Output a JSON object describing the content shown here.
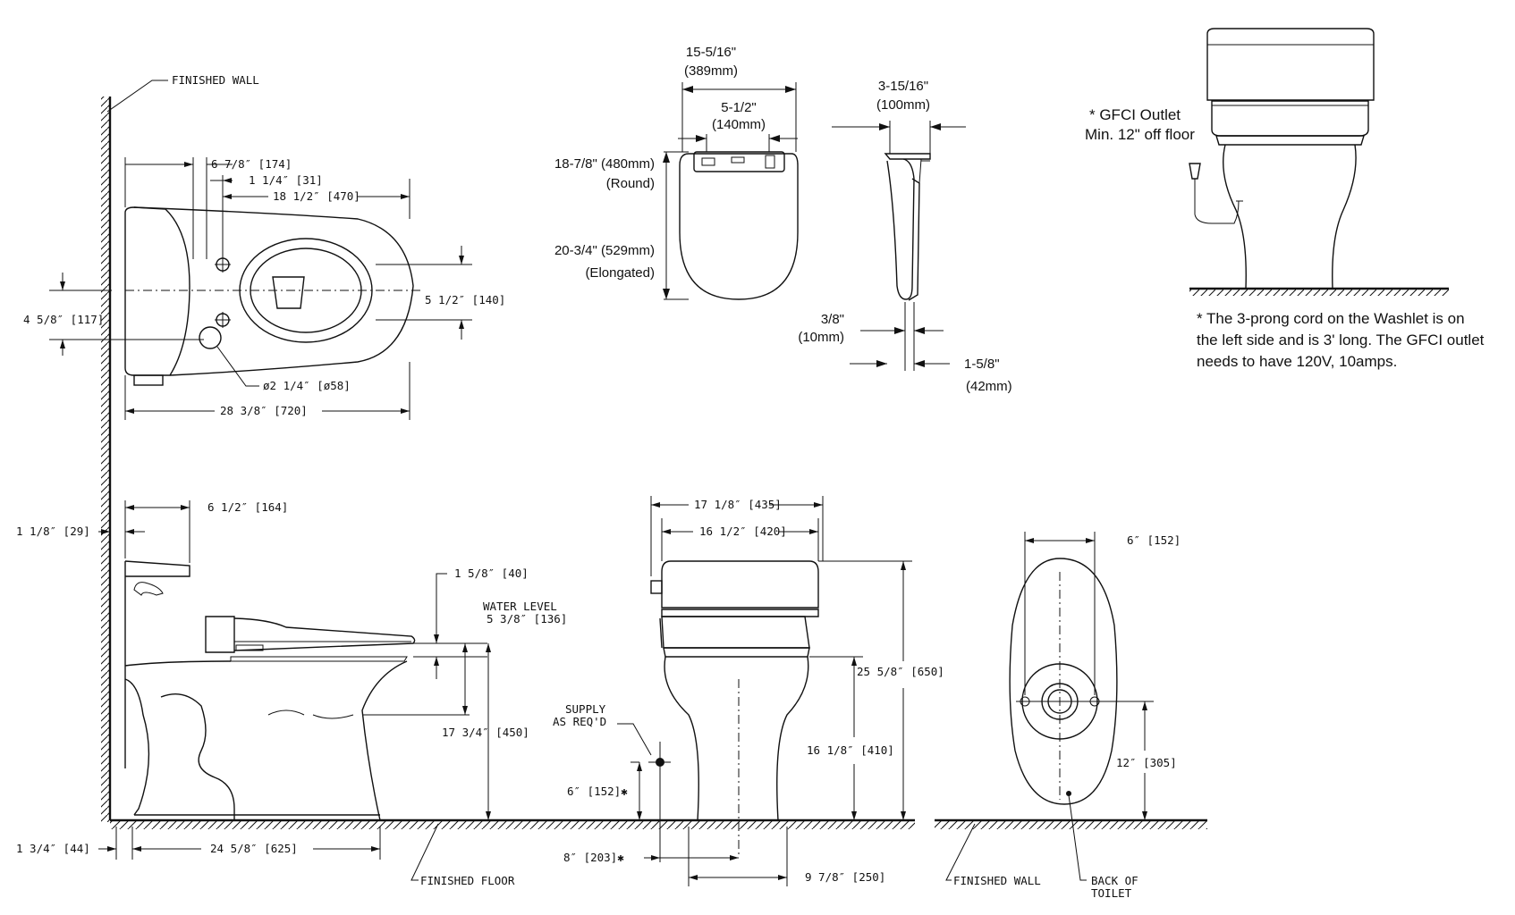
{
  "labels": {
    "finished_wall_top": "FINISHED WALL",
    "finished_wall_bottom": "FINISHED WALL",
    "finished_floor": "FINISHED FLOOR",
    "water_level_1": "WATER LEVEL",
    "water_level_2": "5 3/8″ [136]",
    "supply_1": "SUPPLY",
    "supply_2": "AS REQ'D",
    "back_of_1": "BACK OF",
    "back_of_2": "TOILET"
  },
  "top_view": {
    "d_6_7_8": "6 7/8″ [174]",
    "d_1_1_4": "1 1/4″ [31]",
    "d_18_1_2": "18 1/2″ [470]",
    "d_5_1_2": "5 1/2″ [140]",
    "d_4_5_8": "4 5/8″ [117]",
    "d_diam": "ø2 1/4″ [ø58]",
    "d_28_3_8": "28 3/8″ [720]"
  },
  "seat_view": {
    "width_total_in": "15-5/16\"",
    "width_total_mm": "(389mm)",
    "width_inner_in": "5-1/2\"",
    "width_inner_mm": "(140mm)",
    "len_round_1": "18-7/8\" (480mm)",
    "len_round_2": "(Round)",
    "len_elong_1": "20-3/4\" (529mm)",
    "len_elong_2": "(Elongated)"
  },
  "seat_side": {
    "top_in": "3-15/16\"",
    "top_mm": "(100mm)",
    "gap_in": "3/8\"",
    "gap_mm": "(10mm)",
    "bottom_in": "1-5/8\"",
    "bottom_mm": "(42mm)"
  },
  "gfci": {
    "outlet_1": "* GFCI Outlet",
    "outlet_2": "Min. 12\" off floor",
    "note_1": "* The 3-prong cord on the Washlet is on",
    "note_2": "the left side and is 3' long. The GFCI outlet",
    "note_3": "needs to have 120V, 10amps."
  },
  "side_view": {
    "d_1_1_8": "1 1/8″ [29]",
    "d_6_1_2": "6 1/2″ [164]",
    "d_1_5_8": "1 5/8″ [40]",
    "d_17_3_4": "17 3/4″ [450]",
    "d_1_3_4": "1 3/4″ [44]",
    "d_24_5_8": "24 5/8″ [625]"
  },
  "front_view": {
    "d_17_1_8": "17 1/8″ [435]",
    "d_16_1_2": "16 1/2″ [420]",
    "d_25_5_8": "25 5/8″ [650]",
    "d_16_1_8": "16 1/8″ [410]",
    "d_6_152": "6″ [152]✱",
    "d_8_203": "8″ [203]✱",
    "d_9_7_8": "9 7/8″ [250]"
  },
  "back_view": {
    "d_6": "6″ [152]",
    "d_12": "12″ [305]"
  }
}
